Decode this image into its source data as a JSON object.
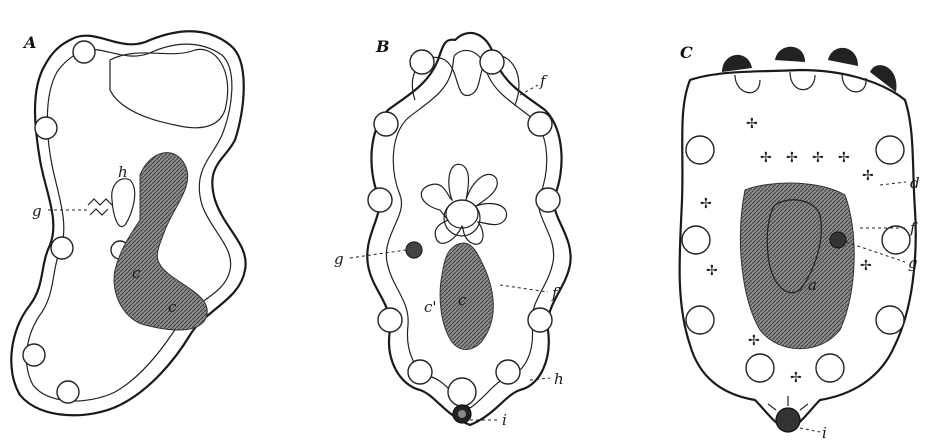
{
  "figure": {
    "panel_a": {
      "tag": "A",
      "labels": [
        "h",
        "g",
        "c",
        "c"
      ]
    },
    "panel_b": {
      "tag": "B",
      "labels": [
        "f",
        "g",
        "c'",
        "c",
        "f'",
        "h",
        "i"
      ]
    },
    "panel_c": {
      "tag": "C",
      "labels": [
        "d",
        "f",
        "g",
        "a",
        "i"
      ]
    }
  }
}
